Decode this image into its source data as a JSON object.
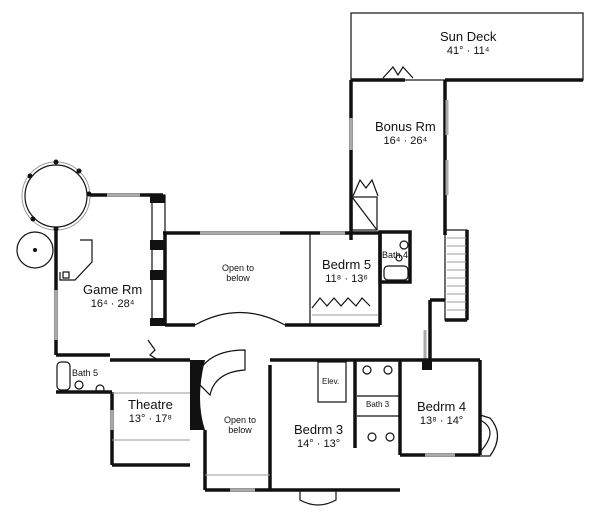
{
  "plan": {
    "type": "second-floor-plan",
    "rooms": [
      {
        "id": "sun-deck",
        "name": "Sun Deck",
        "dims": "41° · 11⁴"
      },
      {
        "id": "bonus-rm",
        "name": "Bonus Rm",
        "dims": "16⁴ · 26⁴"
      },
      {
        "id": "game-rm",
        "name": "Game Rm",
        "dims": "16⁴ · 28⁴"
      },
      {
        "id": "bedrm-5",
        "name": "Bedrm 5",
        "dims": "11⁸ · 13⁶"
      },
      {
        "id": "bath-4",
        "name": "Bath 4"
      },
      {
        "id": "open-to-below-1",
        "name": "Open to\nbelow"
      },
      {
        "id": "bath-5",
        "name": "Bath 5"
      },
      {
        "id": "theatre",
        "name": "Theatre",
        "dims": "13° · 17⁸"
      },
      {
        "id": "open-to-below-2",
        "name": "Open to\nbelow"
      },
      {
        "id": "elev",
        "name": "Elev."
      },
      {
        "id": "bath-3",
        "name": "Bath 3"
      },
      {
        "id": "bedrm-3",
        "name": "Bedrm 3",
        "dims": "14° · 13°"
      },
      {
        "id": "bedrm-4",
        "name": "Bedrm 4",
        "dims": "13⁸ · 14°"
      }
    ],
    "labels": {
      "sun_deck": {
        "name": "Sun Deck",
        "dims": "41° · 11⁴"
      },
      "bonus_rm": {
        "name": "Bonus Rm",
        "dims": "16⁴ · 26⁴"
      },
      "game_rm": {
        "name": "Game Rm",
        "dims": "16⁴ · 28⁴"
      },
      "bedrm_5": {
        "name": "Bedrm 5",
        "dims": "11⁸ · 13⁶"
      },
      "bath_4": {
        "name": "Bath 4"
      },
      "open_1": {
        "line1": "Open to",
        "line2": "below"
      },
      "bath_5": {
        "name": "Bath 5"
      },
      "theatre": {
        "name": "Theatre",
        "dims": "13° · 17⁸"
      },
      "open_2": {
        "line1": "Open to",
        "line2": "below"
      },
      "elev": {
        "name": "Elev."
      },
      "bath_3": {
        "name": "Bath 3"
      },
      "bedrm_3": {
        "name": "Bedrm 3",
        "dims": "14° · 13°"
      },
      "bedrm_4": {
        "name": "Bedrm 4",
        "dims": "13⁸ · 14°"
      }
    },
    "colors": {
      "wall": "#111111",
      "window": "#aaaaaa",
      "background": "#ffffff"
    }
  }
}
